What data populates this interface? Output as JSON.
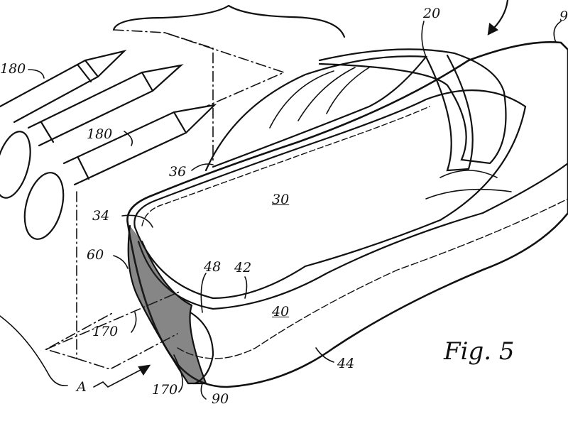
{
  "figure": {
    "caption": "Fig. 5",
    "labels": {
      "pencil_top": "180",
      "strap": "20",
      "shoe_ref_cut": "9",
      "pencil_mid": "180",
      "rim": "36",
      "footbed": "30",
      "heel_rim": "34",
      "heel_wall": "60",
      "cavity_edge": "48",
      "cavity_rim": "42",
      "sole": "40",
      "grip_upper": "170",
      "grip_lower": "170",
      "direction": "A",
      "heel_pad": "90",
      "outsole": "44"
    }
  }
}
